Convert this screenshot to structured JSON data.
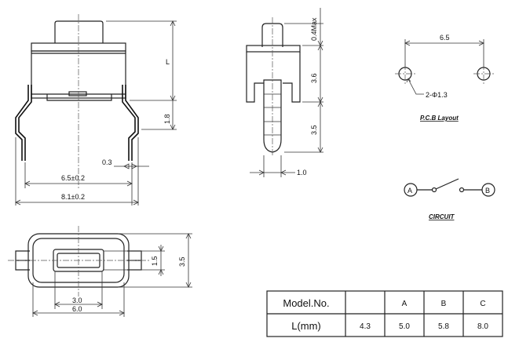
{
  "front_view": {
    "dim_L": "L",
    "dim_lead_length": "1.8",
    "dim_lead_width": "0.3",
    "dim_pitch": "6.5±0.2",
    "dim_overall_width": "8.1±0.2"
  },
  "side_view": {
    "dim_plunger_max": "0.4Max",
    "dim_body": "3.6",
    "dim_terminal": "3.5",
    "dim_thickness": "1.0"
  },
  "top_view": {
    "dim_key_width": "1.5",
    "dim_body_depth": "3.5",
    "dim_key_length": "3.0",
    "dim_body_length": "6.0"
  },
  "pcb_layout": {
    "dim_pitch": "6.5",
    "hole_note": "2-Φ1.3",
    "title": "P.C.B Layout"
  },
  "circuit": {
    "terminal_a": "A",
    "terminal_b": "B",
    "title": "CIRCUIT"
  },
  "table": {
    "header": [
      "Model.No.",
      "",
      "A",
      "B",
      "C"
    ],
    "row": [
      "L(mm)",
      "4.3",
      "5.0",
      "5.8",
      "8.0"
    ]
  }
}
